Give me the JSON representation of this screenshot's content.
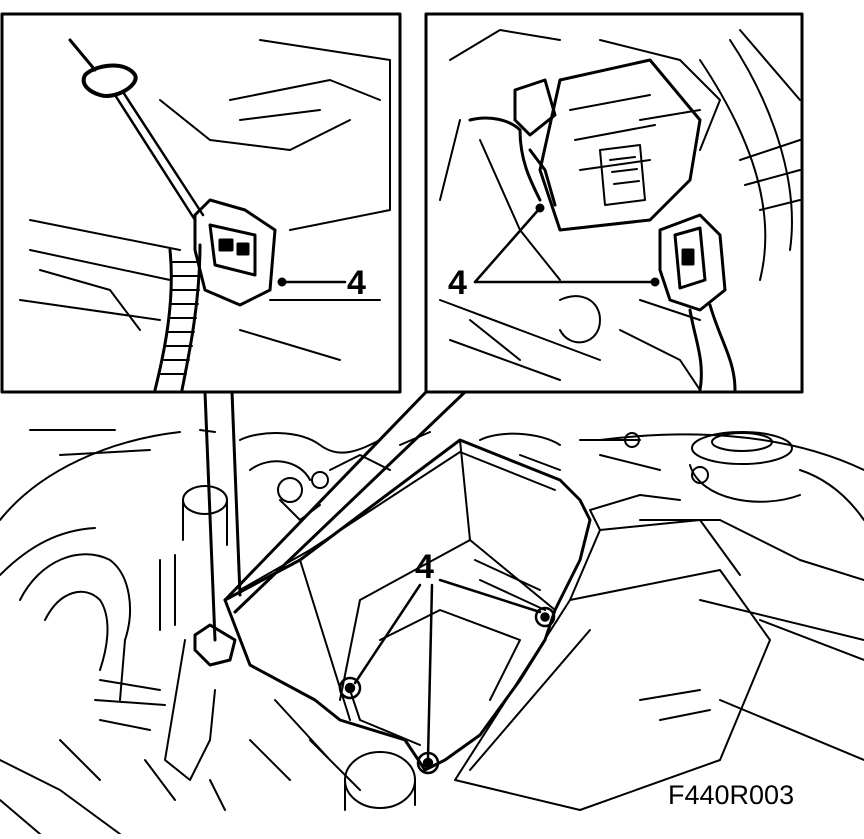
{
  "figure": {
    "reference_number": "F440R003",
    "callout_labels": {
      "inset_left": "4",
      "inset_right": "4",
      "main_view": "4"
    }
  },
  "colors": {
    "line": "#000000",
    "background": "#ffffff"
  }
}
